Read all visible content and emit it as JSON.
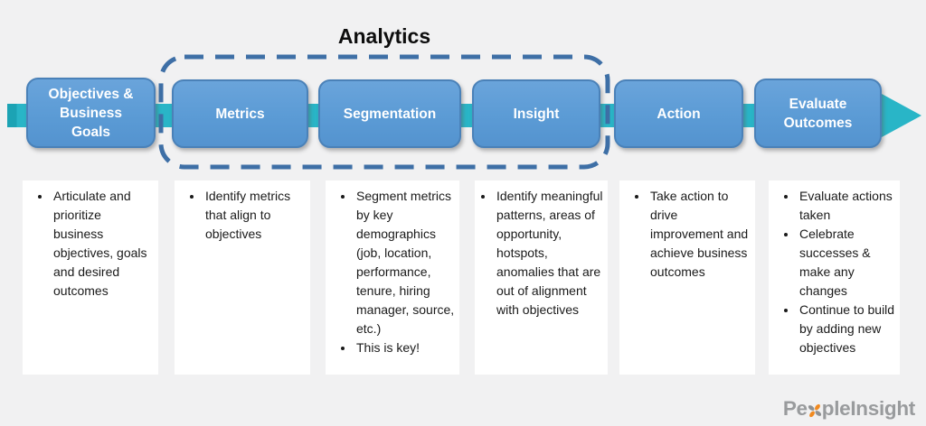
{
  "title": "Analytics",
  "stages": [
    {
      "label": "Objectives &\nBusiness\nGoals",
      "bullets": [
        "Articulate and prioritize business objectives, goals and desired outcomes"
      ]
    },
    {
      "label": "Metrics",
      "bullets": [
        "Identify metrics that align to objectives"
      ]
    },
    {
      "label": "Segmentation",
      "bullets": [
        "Segment metrics by key demographics (job, location, performance, tenure, hiring manager, source, etc.)",
        "This is key!"
      ]
    },
    {
      "label": "Insight",
      "bullets": [
        "Identify meaningful patterns, areas of opportunity, hotspots, anomalies that are out of alignment with objectives"
      ]
    },
    {
      "label": "Action",
      "bullets": [
        "Take action to drive improvement and achieve business outcomes"
      ]
    },
    {
      "label": "Evaluate\nOutcomes",
      "bullets": [
        "Evaluate actions taken",
        "Celebrate successes & make any changes",
        "Continue to build by adding new objectives"
      ]
    }
  ],
  "analytics_group_stages": [
    "Metrics",
    "Segmentation",
    "Insight"
  ],
  "logo": {
    "prefix": "Pe",
    "suffix": "pleInsight"
  },
  "colors": {
    "background": "#f1f1f2",
    "stage_fill": "#5b9bd5",
    "stage_border": "#4a81b8",
    "arrow_teal": "#29b5c7",
    "dashed_outline": "#3e6fa6",
    "title_text": "#0d0d0d",
    "card_background": "#ffffff",
    "logo_gray": "#999b9d",
    "logo_orange": "#f18a21"
  }
}
